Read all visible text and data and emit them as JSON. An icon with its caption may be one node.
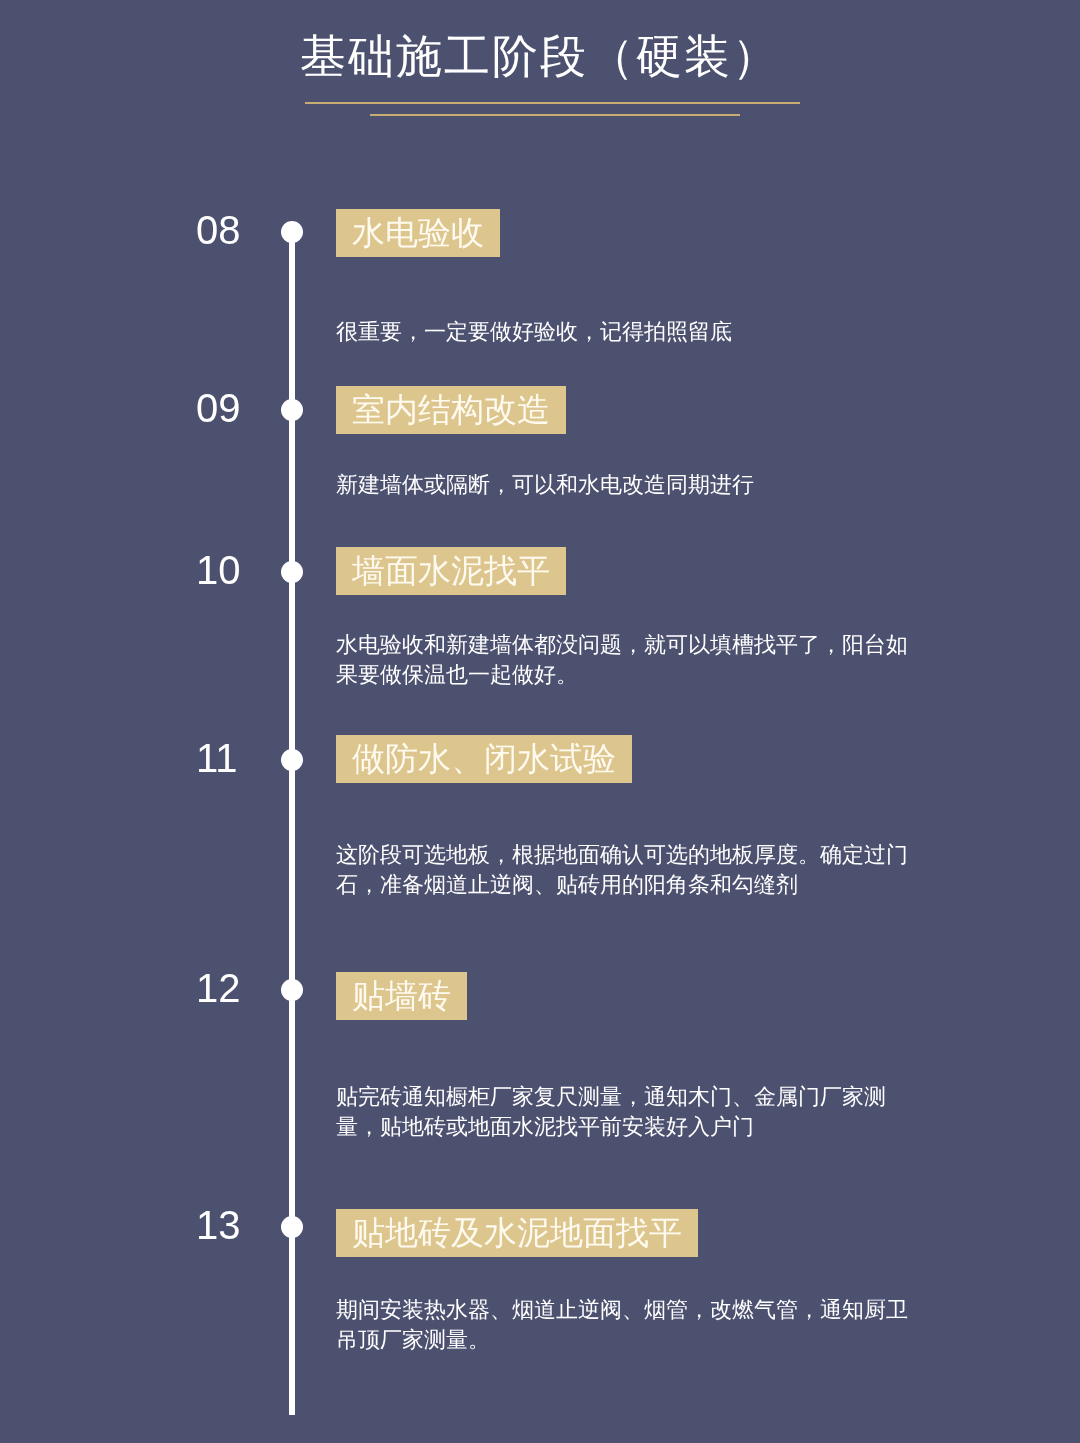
{
  "diagram": {
    "title": "基础施工阶段（硬装）",
    "nodes": [
      {
        "text": [
          "水电验收"
        ],
        "beside": [
          "08",
          "很重要，一定要做好验收，记得拍照留底"
        ]
      },
      {
        "text": [
          "室内结构改造"
        ],
        "beside": [
          "09",
          "新建墙体或隔断，可以和水电改造同期进行"
        ]
      },
      {
        "text": [
          "墙面水泥找平"
        ],
        "beside": [
          "10",
          "水电验收和新建墙体都没问题，就可以填槽找平了，阳台如果要做保温也一起做好。"
        ]
      },
      {
        "text": [
          "做防水、闭水试验"
        ],
        "beside": [
          "11",
          "这阶段可选地板，根据地面确认可选的地板厚度。确定过门石，准备烟道止逆阀、贴砖用的阳角条和勾缝剂"
        ]
      },
      {
        "text": [
          "贴墙砖"
        ],
        "beside": [
          "12",
          "贴完砖通知橱柜厂家复尺测量，通知木门、金属门厂家测量，贴地砖或地面水泥找平前安装好入户门"
        ]
      },
      {
        "text": [
          "贴地砖及水泥地面找平"
        ],
        "beside": [
          "13",
          "期间安装热水器、烟道止逆阀、烟管，改燃气管，通知厨卫吊顶厂家测量。"
        ]
      }
    ]
  }
}
